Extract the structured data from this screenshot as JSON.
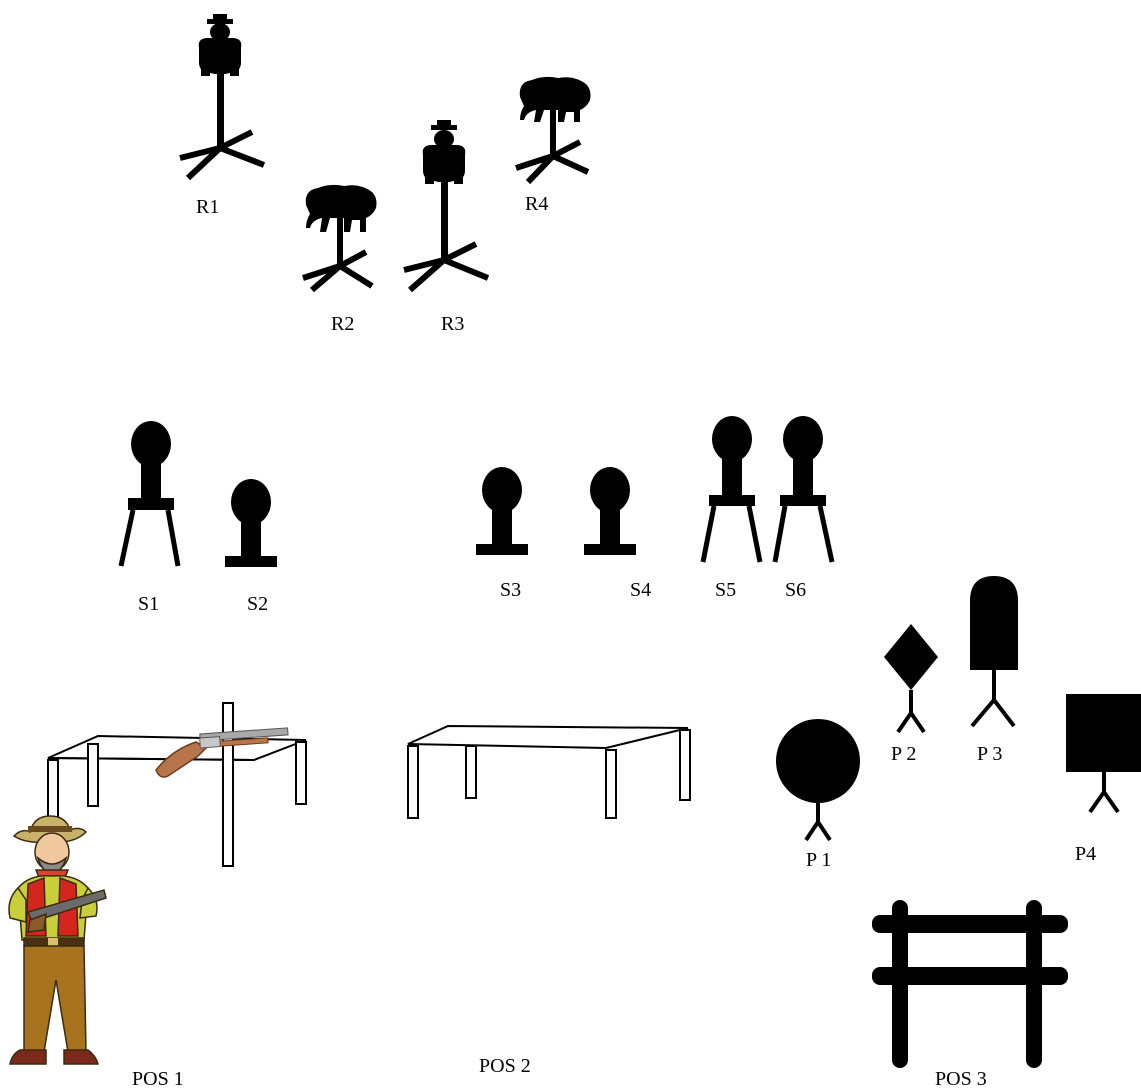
{
  "rifle_targets": {
    "r1": "R1",
    "r2": "R2",
    "r3": "R3",
    "r4": "R4"
  },
  "shotgun_targets": {
    "s1": "S1",
    "s2": "S2",
    "s3": "S3",
    "s4": "S4",
    "s5": "S5",
    "s6": "S6"
  },
  "pistol_targets": {
    "p1": "P 1",
    "p2": "P 2",
    "p3": "P 3",
    "p4": "P4"
  },
  "positions": {
    "pos1": "POS 1",
    "pos2": "POS 2",
    "pos3": "POS 3"
  },
  "colors": {
    "target": "#000000",
    "hat": "#c8b26a",
    "vest": "#d4261f",
    "shirt": "#c9cf3a",
    "pants": "#a8731e",
    "boots": "#7a2a1a",
    "stock": "#b8744a",
    "barrel": "#a8a8a8"
  },
  "icons": [
    "cowboy-figure",
    "rifle-on-table"
  ]
}
